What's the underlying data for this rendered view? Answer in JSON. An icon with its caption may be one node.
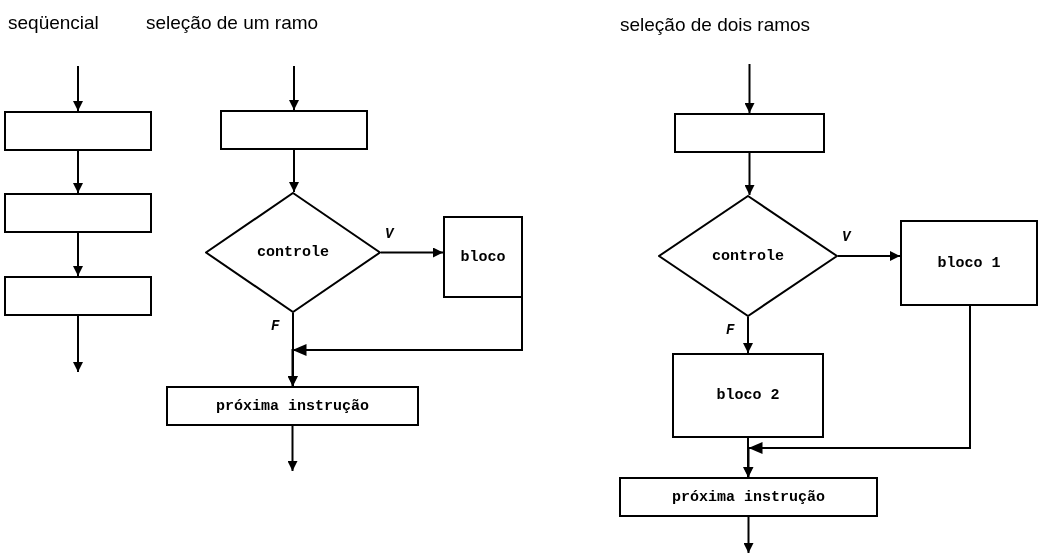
{
  "diagram": {
    "nodes": [
      {
        "text": [],
        "shape": "box"
      },
      {
        "text": [],
        "shape": "box"
      },
      {
        "text": [],
        "shape": "box"
      },
      {
        "text": [],
        "shape": "box"
      },
      {
        "text": [
          "controle"
        ]
      },
      {
        "text": [
          "bloco"
        ]
      },
      {
        "text": [
          "próxima instrução"
        ]
      },
      {
        "text": [],
        "shape": "box"
      },
      {
        "text": [
          "controle"
        ]
      },
      {
        "text": [
          "bloco 1"
        ]
      },
      {
        "text": [
          "bloco 2"
        ]
      },
      {
        "text": [
          "próxima instrução"
        ]
      }
    ],
    "edges": [
      {
        "from": null,
        "to": 0,
        "arrow": "to"
      },
      {
        "from": 0,
        "to": 1,
        "arrow": "to"
      },
      {
        "from": 1,
        "to": 2,
        "arrow": "to"
      },
      {
        "from": 2,
        "to": null,
        "arrow": "to"
      },
      {
        "from": null,
        "to": 3,
        "arrow": "to"
      },
      {
        "from": 3,
        "to": 4,
        "arrow": "to"
      },
      {
        "from": 4,
        "to": 5,
        "arrow": "to",
        "label": "V"
      },
      {
        "from": 4,
        "to": 6,
        "arrow": "to",
        "label": "F"
      },
      {
        "from": 5,
        "to": 6,
        "arrow": "to"
      },
      {
        "from": 6,
        "to": null,
        "arrow": "to"
      },
      {
        "from": null,
        "to": 7,
        "arrow": "to"
      },
      {
        "from": 7,
        "to": 8,
        "arrow": "to"
      },
      {
        "from": 8,
        "to": 9,
        "arrow": "to",
        "label": "V"
      },
      {
        "from": 8,
        "to": 10,
        "arrow": "to",
        "label": "F"
      },
      {
        "from": 10,
        "to": 11,
        "arrow": "to"
      },
      {
        "from": 9,
        "to": 11,
        "arrow": "to"
      },
      {
        "from": 11,
        "to": null,
        "arrow": "to"
      }
    ],
    "labels": [
      "seqüencial",
      "seleção de um ramo",
      "seleção de dois ramos"
    ]
  }
}
